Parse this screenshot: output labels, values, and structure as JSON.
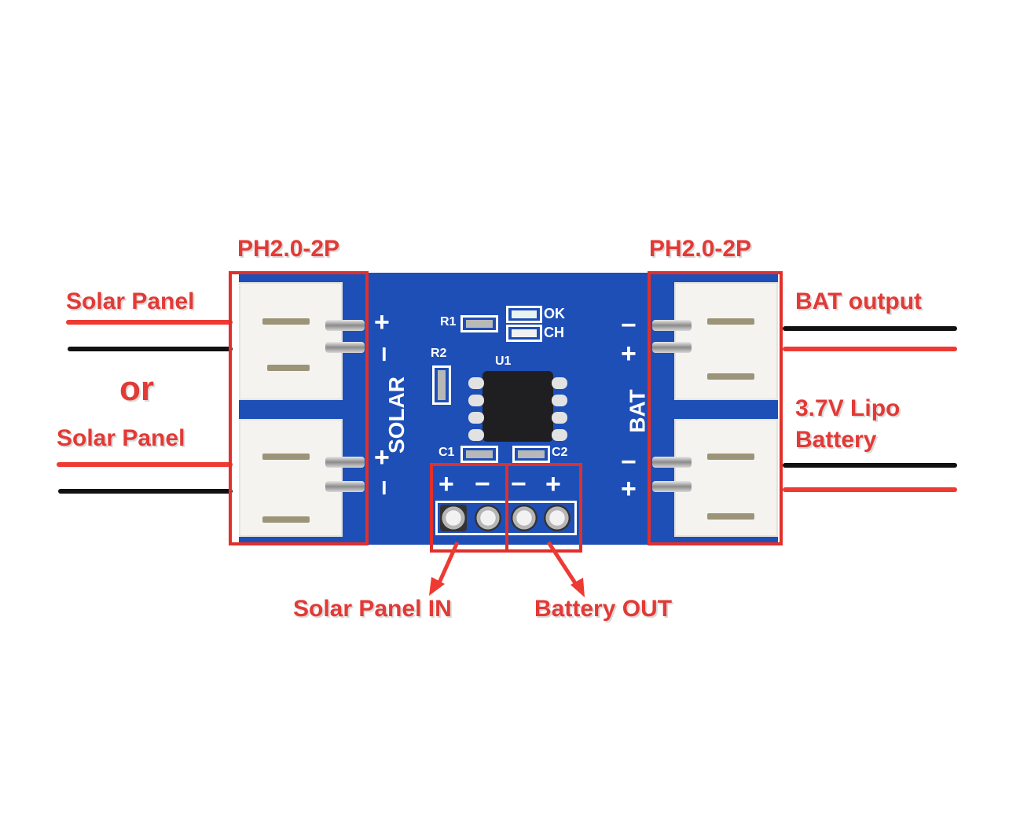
{
  "colors": {
    "annotation_red": "#e23a36",
    "pcb_blue": "#1e4fb7",
    "wire_red": "#ee3a33",
    "wire_black": "#111111",
    "silkscreen": "#ffffff"
  },
  "labels": {
    "left_connector_type": "PH2.0-2P",
    "right_connector_type": "PH2.0-2P",
    "left_top": "Solar Panel",
    "left_or": "or",
    "left_bottom": "Solar Panel",
    "right_top": "BAT output",
    "right_bottom_line1": "3.7V Lipo",
    "right_bottom_line2": "Battery",
    "bottom_left": "Solar Panel IN",
    "bottom_right": "Battery OUT"
  },
  "silkscreen": {
    "solar": "SOLAR",
    "bat": "BAT",
    "r1": "R1",
    "r2": "R2",
    "u1": "U1",
    "c1": "C1",
    "c2": "C2",
    "led_ok": "OK",
    "led_ch": "CH",
    "plus": "+",
    "minus": "−"
  }
}
